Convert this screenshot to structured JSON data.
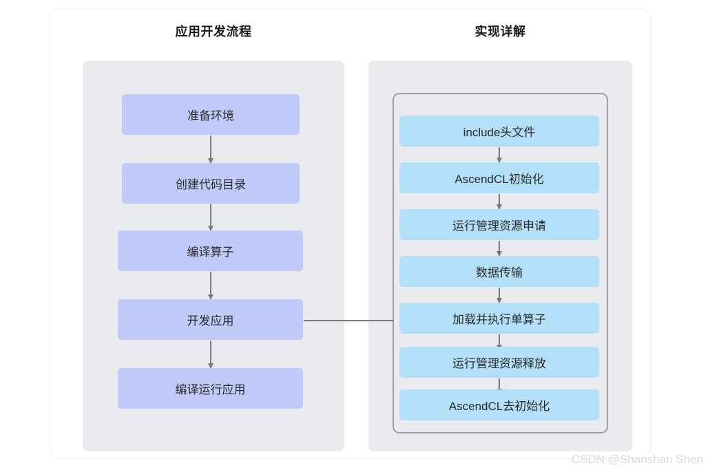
{
  "columns": {
    "left": {
      "title": "应用开发流程",
      "nodes": [
        {
          "label": "准备环境"
        },
        {
          "label": "创建代码目录"
        },
        {
          "label": "编译算子"
        },
        {
          "label": "开发应用"
        },
        {
          "label": "编译运行应用"
        }
      ]
    },
    "right": {
      "title": "实现详解",
      "nodes": [
        {
          "label": "include头文件"
        },
        {
          "label": "AscendCL初始化"
        },
        {
          "label": "运行管理资源申请"
        },
        {
          "label": "数据传输"
        },
        {
          "label": "加载并执行单算子"
        },
        {
          "label": "运行管理资源释放"
        },
        {
          "label": "AscendCL去初始化"
        }
      ]
    }
  },
  "watermark": "CSDN @Shanshan Shen",
  "colors": {
    "node_purple": "#c0caf8",
    "node_blue": "#b3dff8",
    "panel_gray": "#eaebef",
    "arrow_gray": "#77797d",
    "inner_border": "#9a9ea5",
    "text": "#2b2b2b",
    "watermark": "#d7d9dd"
  }
}
